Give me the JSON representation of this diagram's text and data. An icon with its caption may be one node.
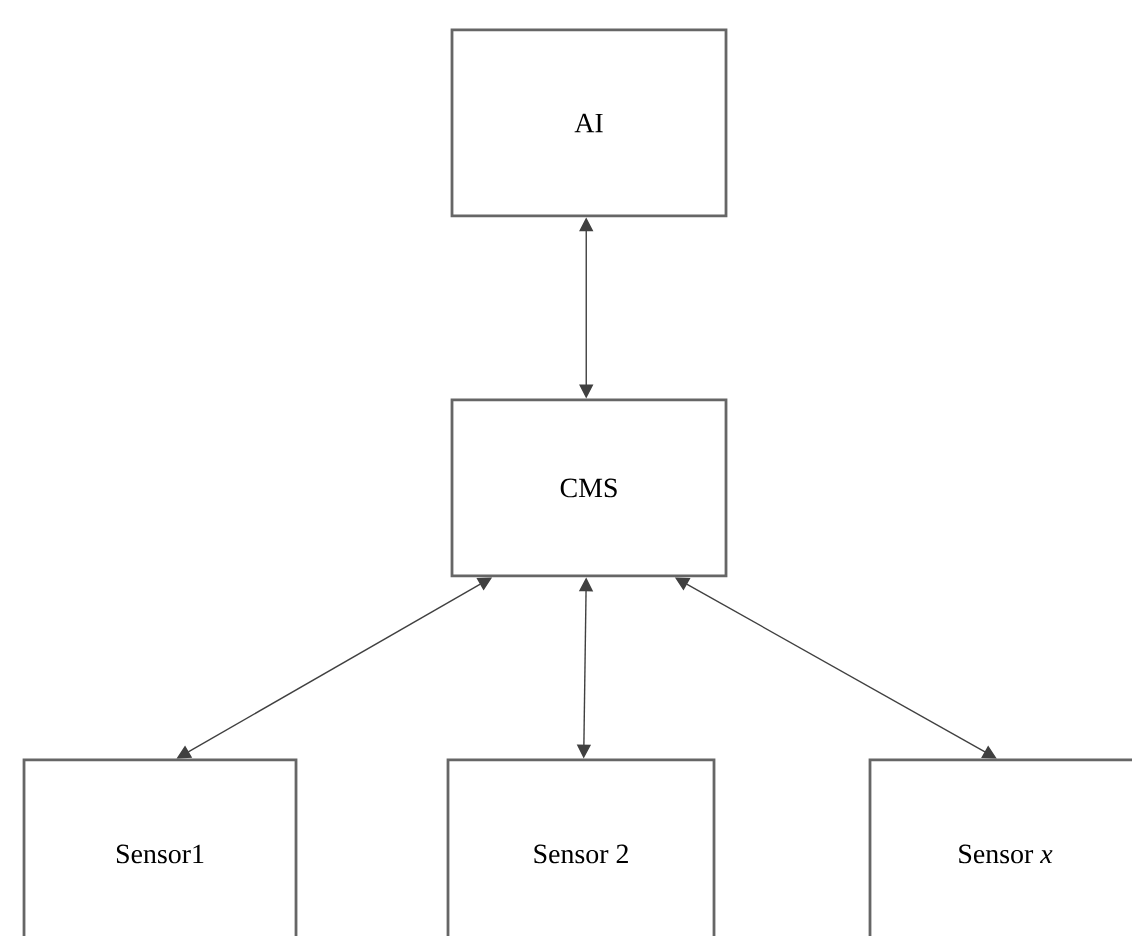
{
  "diagram": {
    "nodes": [
      {
        "text": [
          "AI"
        ]
      },
      {
        "text": [
          "CMS"
        ]
      },
      {
        "text": [
          "Sensor1"
        ]
      },
      {
        "text": [
          "Sensor 2"
        ]
      },
      {
        "text": [
          "Sensor *x*"
        ]
      }
    ],
    "edges": [
      {
        "from": 0,
        "to": 1,
        "arrow": "both"
      },
      {
        "from": 1,
        "to": 2,
        "arrow": "both"
      },
      {
        "from": 1,
        "to": 3,
        "arrow": "both"
      },
      {
        "from": 1,
        "to": 4,
        "arrow": "both"
      }
    ]
  }
}
